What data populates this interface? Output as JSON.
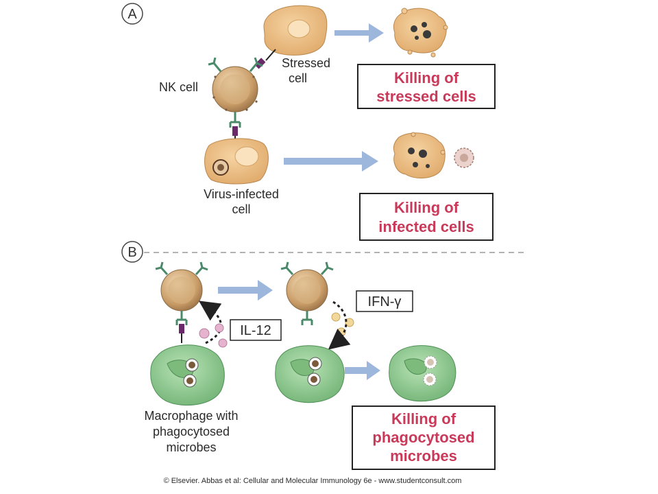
{
  "panel_a": {
    "letter": "A",
    "nk_label": "NK cell",
    "stressed_label": [
      "Stressed",
      "cell"
    ],
    "virus_label": [
      "Virus-infected",
      "cell"
    ],
    "result_stressed": [
      "Killing of",
      "stressed cells"
    ],
    "result_infected": [
      "Killing of",
      "infected cells"
    ]
  },
  "panel_b": {
    "letter": "B",
    "il12_label": "IL-12",
    "ifn_label": "IFN-γ",
    "macrophage_label": [
      "Macrophage with",
      "phagocytosed",
      "microbes"
    ],
    "result_microbes": [
      "Killing of",
      "phagocytosed",
      "microbes"
    ]
  },
  "footer": "© Elsevier. Abbas et al: Cellular and Molecular Immunology 6e - www.studentconsult.com",
  "colors": {
    "cell_fill": "#e9b97a",
    "nk_fill": "#c8a272",
    "macrophage_fill": "#8fc98f",
    "arrow": "#9cb6dc",
    "receptor": "#4a8a6a",
    "ligand": "#7a2a6a",
    "result_text": "#c93a5a"
  }
}
